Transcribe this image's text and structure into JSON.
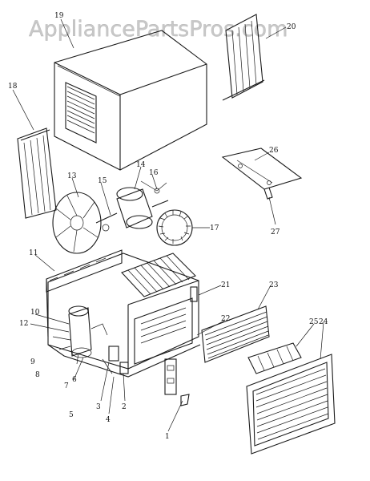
{
  "watermark": {
    "text": "AppliancePartsPros.com"
  },
  "callouts": [
    {
      "id": "c1",
      "label": "1"
    },
    {
      "id": "c2",
      "label": "2"
    },
    {
      "id": "c3",
      "label": "3"
    },
    {
      "id": "c4",
      "label": "4"
    },
    {
      "id": "c5",
      "label": "5"
    },
    {
      "id": "c6",
      "label": "6"
    },
    {
      "id": "c7",
      "label": "7"
    },
    {
      "id": "c8",
      "label": "8"
    },
    {
      "id": "c9",
      "label": "9"
    },
    {
      "id": "c10",
      "label": "10"
    },
    {
      "id": "c11",
      "label": "11"
    },
    {
      "id": "c12",
      "label": "12"
    },
    {
      "id": "c13",
      "label": "13"
    },
    {
      "id": "c14",
      "label": "14"
    },
    {
      "id": "c15",
      "label": "15"
    },
    {
      "id": "c16",
      "label": "16"
    },
    {
      "id": "c17",
      "label": "17"
    },
    {
      "id": "c18",
      "label": "18"
    },
    {
      "id": "c19",
      "label": "19"
    },
    {
      "id": "c20",
      "label": "20"
    },
    {
      "id": "c21",
      "label": "21"
    },
    {
      "id": "c22",
      "label": "22"
    },
    {
      "id": "c23",
      "label": "23"
    },
    {
      "id": "c24",
      "label": "24"
    },
    {
      "id": "c25",
      "label": "25"
    },
    {
      "id": "c26",
      "label": "26"
    },
    {
      "id": "c27",
      "label": "27"
    }
  ],
  "colors": {
    "ink": "#1a1a1a",
    "watermark": "#c8c8c8",
    "paper": "#ffffff"
  }
}
